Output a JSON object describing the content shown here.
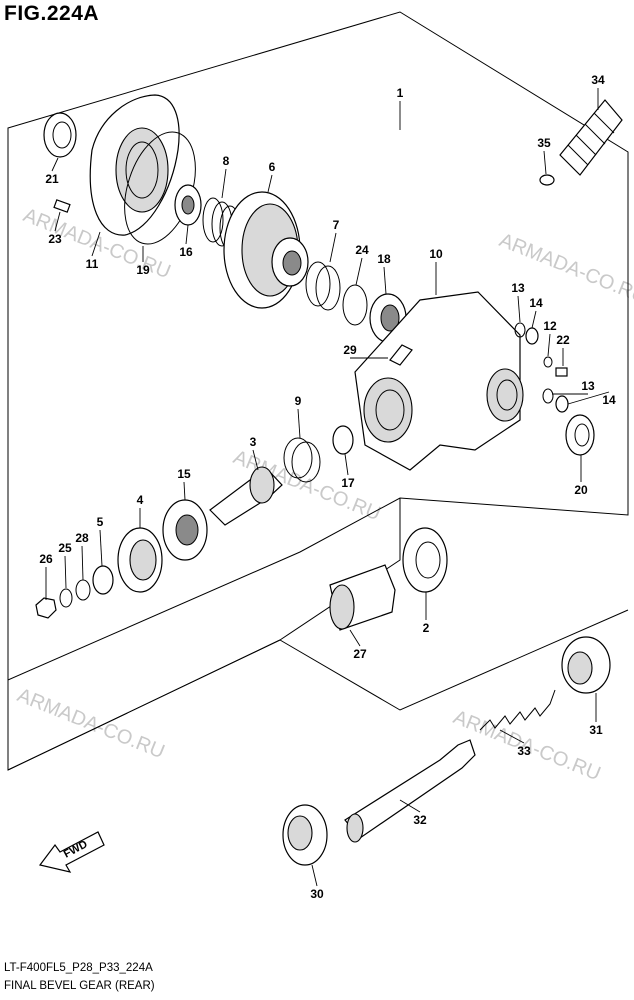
{
  "header": {
    "figure_title": "FIG.224A"
  },
  "footer": {
    "drawing_code": "LT-F400FL5_P28_P33_224A",
    "caption": "FINAL BEVEL GEAR (REAR)"
  },
  "watermark": {
    "text": "ARMADA-CO.RU",
    "color": "#c9c9c9"
  },
  "direction_arrow": {
    "label": "FWD"
  },
  "callouts": [
    {
      "num": "1"
    },
    {
      "num": "2"
    },
    {
      "num": "3"
    },
    {
      "num": "4"
    },
    {
      "num": "5"
    },
    {
      "num": "6"
    },
    {
      "num": "7"
    },
    {
      "num": "8"
    },
    {
      "num": "9"
    },
    {
      "num": "10"
    },
    {
      "num": "11"
    },
    {
      "num": "12"
    },
    {
      "num": "13"
    },
    {
      "num": "13"
    },
    {
      "num": "14"
    },
    {
      "num": "14"
    },
    {
      "num": "15"
    },
    {
      "num": "16"
    },
    {
      "num": "17"
    },
    {
      "num": "18"
    },
    {
      "num": "19"
    },
    {
      "num": "20"
    },
    {
      "num": "21"
    },
    {
      "num": "22"
    },
    {
      "num": "23"
    },
    {
      "num": "24"
    },
    {
      "num": "25"
    },
    {
      "num": "26"
    },
    {
      "num": "27"
    },
    {
      "num": "28"
    },
    {
      "num": "29"
    },
    {
      "num": "30"
    },
    {
      "num": "31"
    },
    {
      "num": "32"
    },
    {
      "num": "33"
    },
    {
      "num": "34"
    },
    {
      "num": "35"
    }
  ]
}
